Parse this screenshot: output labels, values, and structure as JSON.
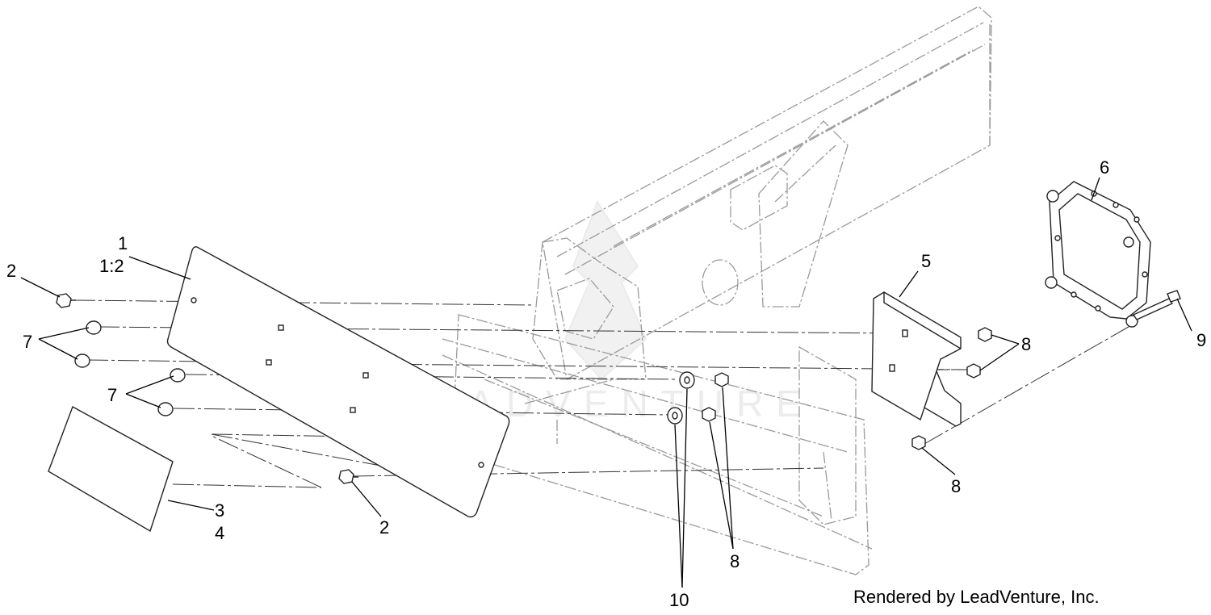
{
  "watermark": "LEADVENTURE",
  "credit": "Rendered by LeadVenture, Inc.",
  "colors": {
    "frame": "#9a9a9a",
    "parts": "#222222",
    "watermark": "#ececec"
  },
  "callouts": [
    {
      "id": "1",
      "text": "1"
    },
    {
      "id": "1-qty",
      "text": "1:2"
    },
    {
      "id": "2-top",
      "text": "2"
    },
    {
      "id": "2-bottom",
      "text": "2"
    },
    {
      "id": "3",
      "text": "3"
    },
    {
      "id": "4",
      "text": "4"
    },
    {
      "id": "5",
      "text": "5"
    },
    {
      "id": "6",
      "text": "6"
    },
    {
      "id": "7-top",
      "text": "7"
    },
    {
      "id": "7-bottom",
      "text": "7"
    },
    {
      "id": "8-right",
      "text": "8"
    },
    {
      "id": "8-lower",
      "text": "8"
    },
    {
      "id": "8-center",
      "text": "8"
    },
    {
      "id": "9",
      "text": "9"
    },
    {
      "id": "10",
      "text": "10"
    }
  ]
}
